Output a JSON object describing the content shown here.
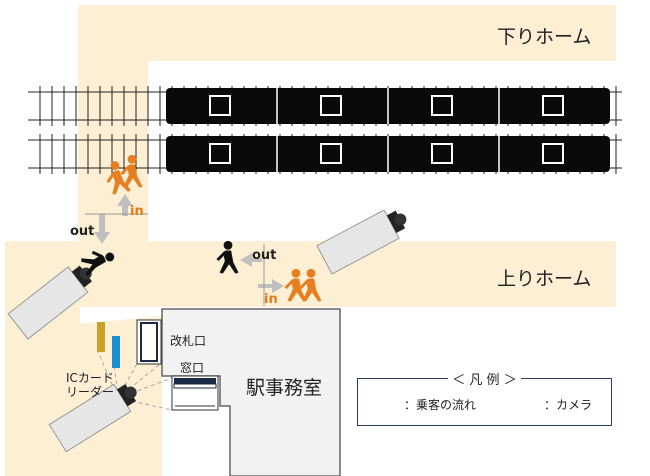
{
  "platforms": {
    "down_label": "下りホーム",
    "up_label": "上りホーム"
  },
  "flows": {
    "out_top": "out",
    "in_top": "in",
    "out_mid": "out",
    "in_mid": "in"
  },
  "facilities": {
    "gate_label": "改札口",
    "window_label": "窓口",
    "office_label": "駅事務室",
    "ic_reader_label_1": "ICカード",
    "ic_reader_label_2": "リーダー"
  },
  "legend": {
    "title": "＜ 凡 例 ＞",
    "flow_label": "：乗客の流れ",
    "camera_label": "：カメラ"
  },
  "colors": {
    "platform_fill": "#fcefd3",
    "train": "#0a0a0a",
    "arrow": "#bfbfbf",
    "person_in": "#e67e22",
    "person_out": "#111111",
    "ic_reader_yellow": "#c9a227",
    "ic_reader_blue": "#1a8fd1",
    "office_fill": "#f2f2f2",
    "office_border": "#666666",
    "legend_border": "#2a3f5f"
  },
  "icons": [
    "camera-icon",
    "flow-arrow-icon",
    "person-walking-icon",
    "ic-reader-icon"
  ]
}
